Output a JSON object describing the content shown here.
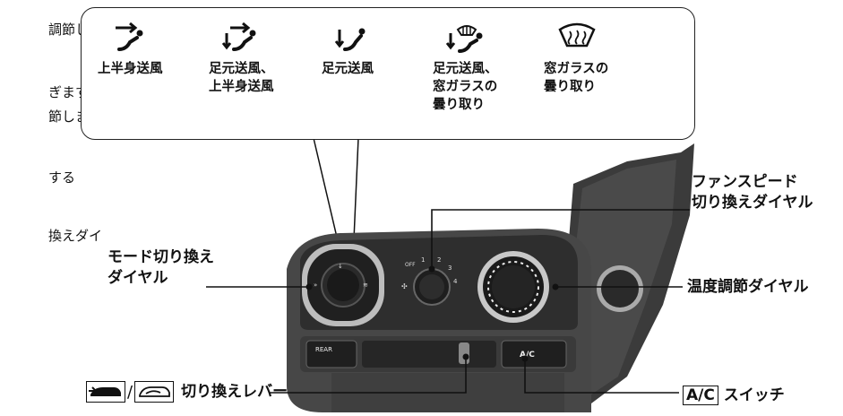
{
  "left_text_fragments": [
    "調節しま",
    "ぎます。",
    "節しま",
    "する",
    "換えダイ"
  ],
  "mode_items": [
    {
      "icon": "upper-body-vent-icon",
      "label": "上半身送風"
    },
    {
      "icon": "feet-and-upper-body-icon",
      "label": "足元送風、\n上半身送風"
    },
    {
      "icon": "feet-vent-icon",
      "label": "足元送風"
    },
    {
      "icon": "feet-and-defrost-icon",
      "label": "足元送風、\n窓ガラスの\n曇り取り"
    },
    {
      "icon": "windshield-defrost-icon",
      "label": "窓ガラスの\n曇り取り"
    }
  ],
  "labels": {
    "fan_speed": "ファンスピード\n切り換えダイヤル",
    "mode_dial": "モード切り換え\nダイヤル",
    "temp_dial": "温度調節ダイヤル",
    "lever": "切り換えレバー",
    "ac_switch_box": "A/C",
    "ac_switch_text": "スイッチ"
  },
  "panel": {
    "fan_marks": [
      "OFF",
      "1",
      "2",
      "3",
      "4"
    ],
    "rear_button": "REAR",
    "ac_button": "A/C"
  }
}
